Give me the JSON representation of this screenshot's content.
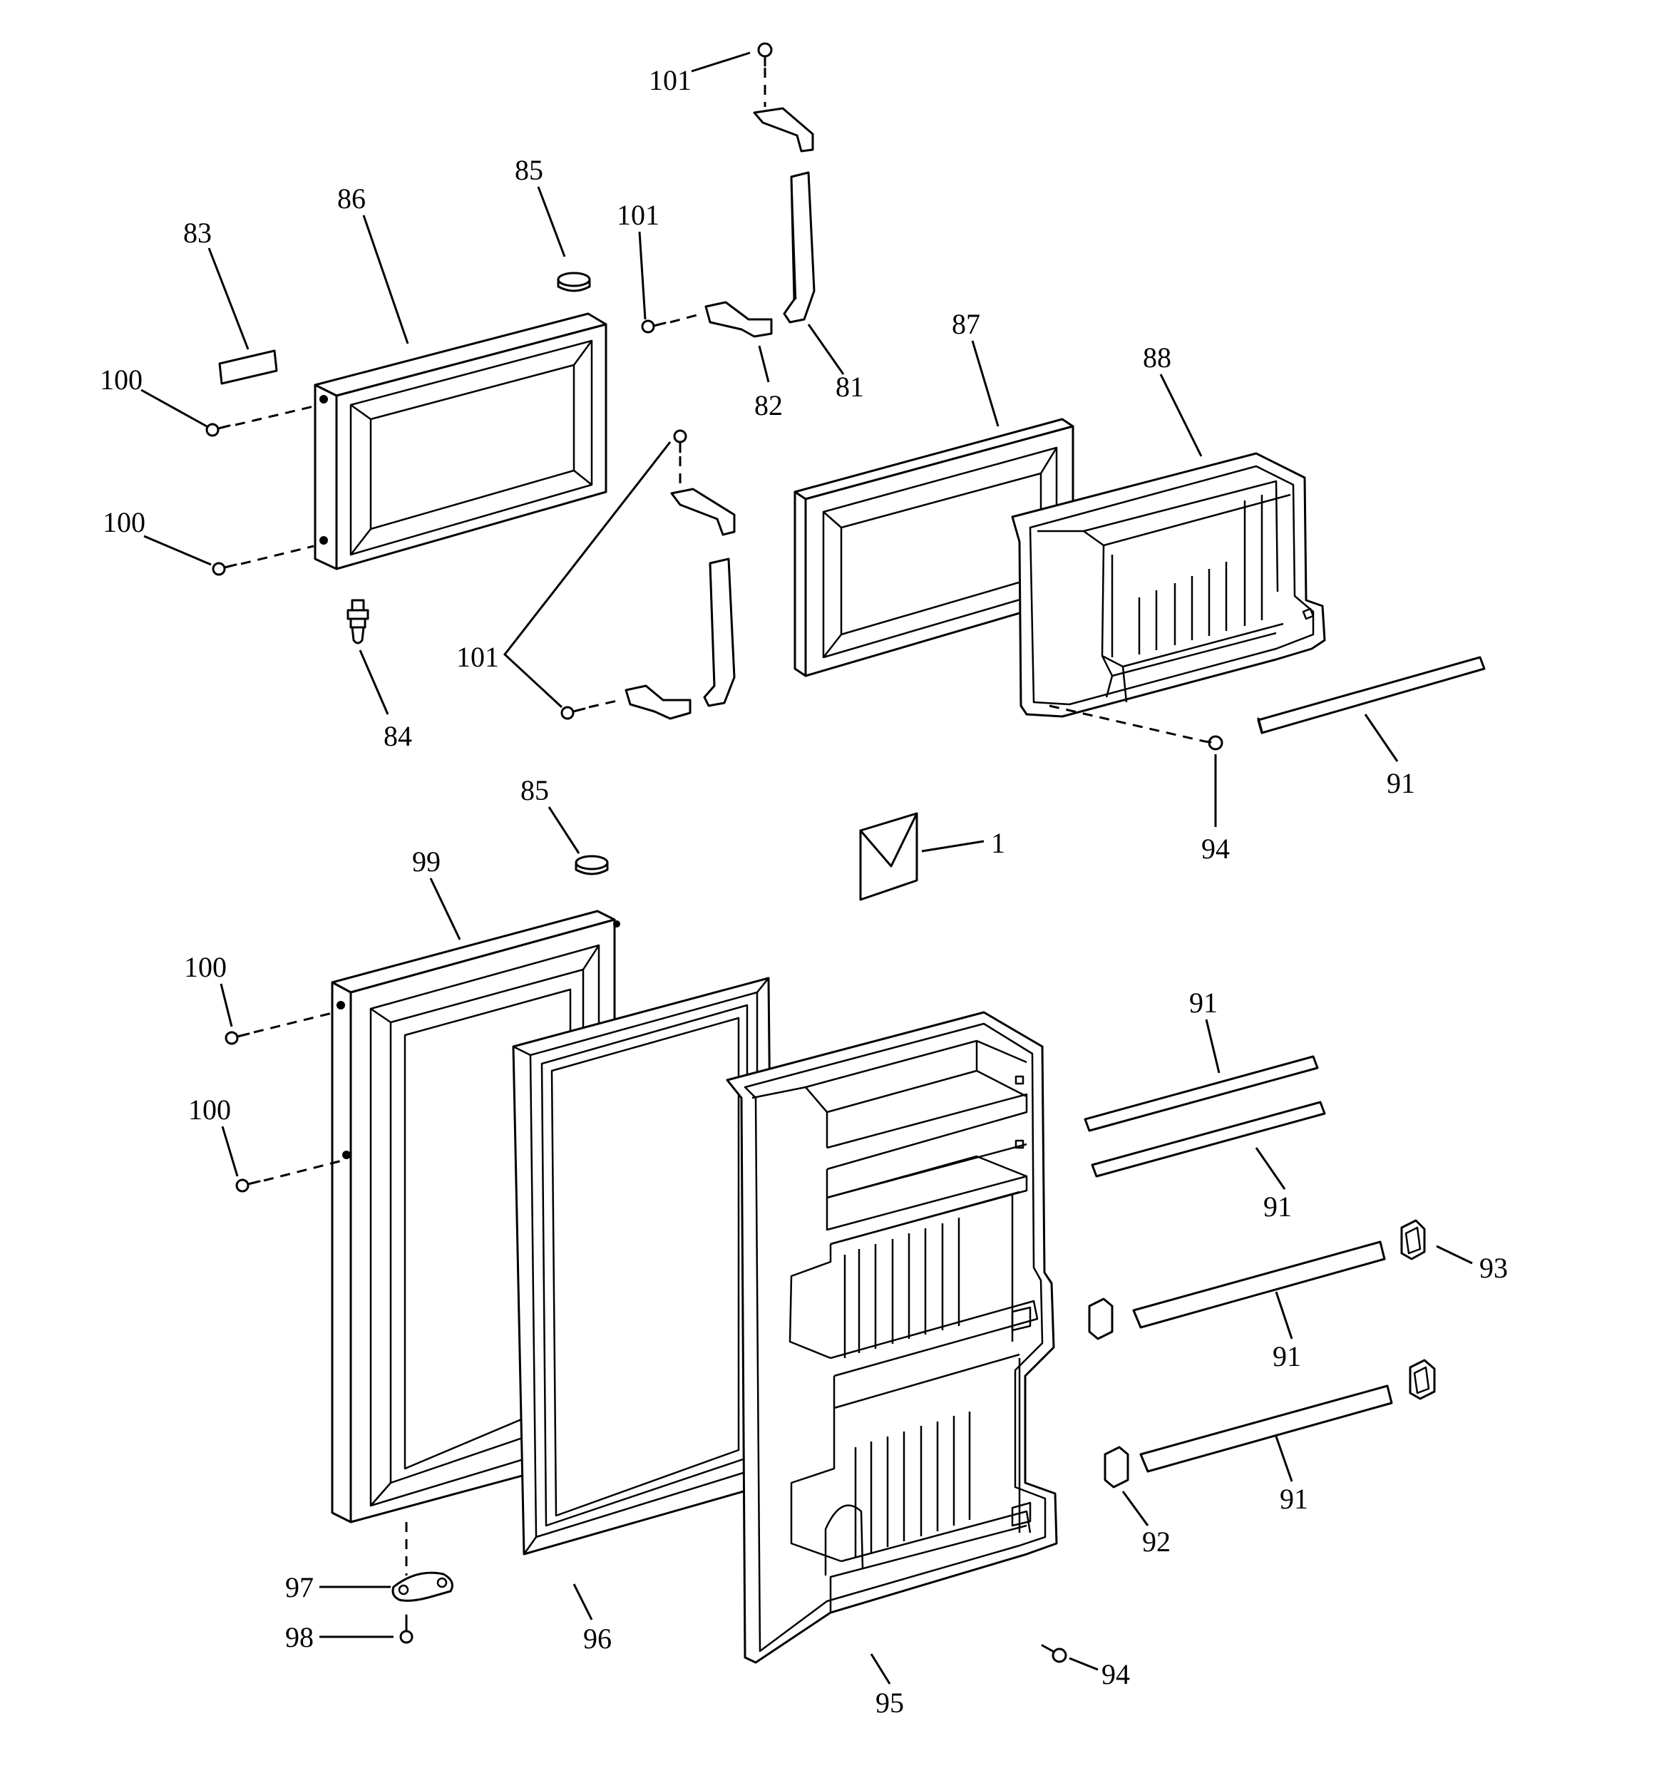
{
  "diagram": {
    "callouts": {
      "c101_top": "101",
      "c85_top": "85",
      "c86": "86",
      "c83": "83",
      "c101_mid": "101",
      "c100_a": "100",
      "c82": "82",
      "c81": "81",
      "c87": "87",
      "c88": "88",
      "c100_b": "100",
      "c101_left": "101",
      "c84": "84",
      "c91_a": "91",
      "c94_a": "94",
      "c85_bot": "85",
      "c1": "1",
      "c99": "99",
      "c100_c": "100",
      "c100_d": "100",
      "c91_b": "91",
      "c91_c": "91",
      "c93": "93",
      "c91_d": "91",
      "c91_e": "91",
      "c92": "92",
      "c97": "97",
      "c96": "96",
      "c98": "98",
      "c95": "95",
      "c94_b": "94"
    }
  }
}
